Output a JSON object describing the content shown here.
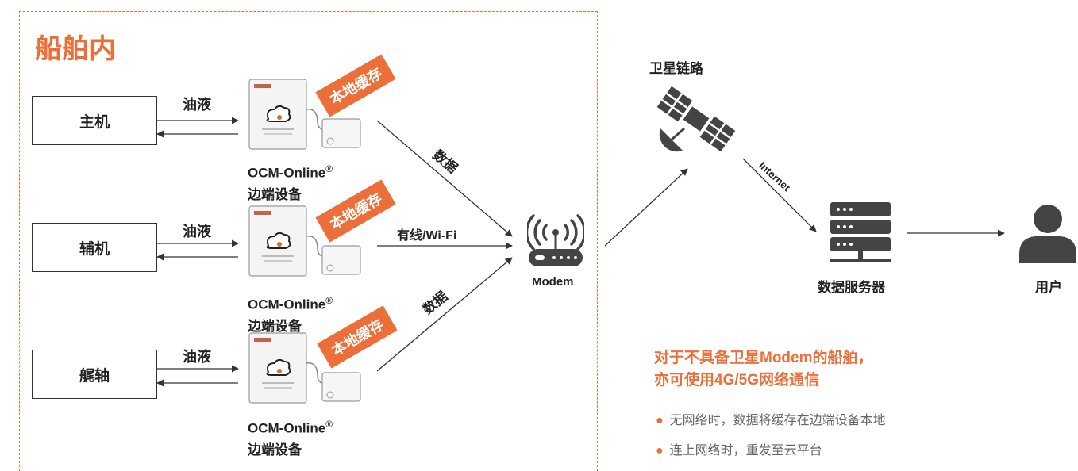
{
  "ship": {
    "title": "船舶内"
  },
  "engines": [
    {
      "name": "主机",
      "oil": "油液"
    },
    {
      "name": "辅机",
      "oil": "油液"
    },
    {
      "name": "艉轴",
      "oil": "油液"
    }
  ],
  "device": {
    "caption_line1": "OCM-Online",
    "registered": "®",
    "caption_line2": "边端设备",
    "cache_tag": "本地缓存"
  },
  "links": {
    "data_label": "数据",
    "wired_label": "有线/Wi-Fi",
    "internet_label": "Internet"
  },
  "nodes": {
    "modem": "Modem",
    "satellite": "卫星链路",
    "server": "数据服务器",
    "user": "用户"
  },
  "callout": {
    "title_line1": "对于不具备卫星Modem的船舶，",
    "title_line2": "亦可使用4G/5G网络通信",
    "bullets": [
      "无网络时，数据将缓存在边端设备本地",
      "连上网络时，重发至云平台"
    ]
  },
  "colors": {
    "accent": "#ec6e38",
    "icon": "#444444",
    "line": "#333333"
  }
}
